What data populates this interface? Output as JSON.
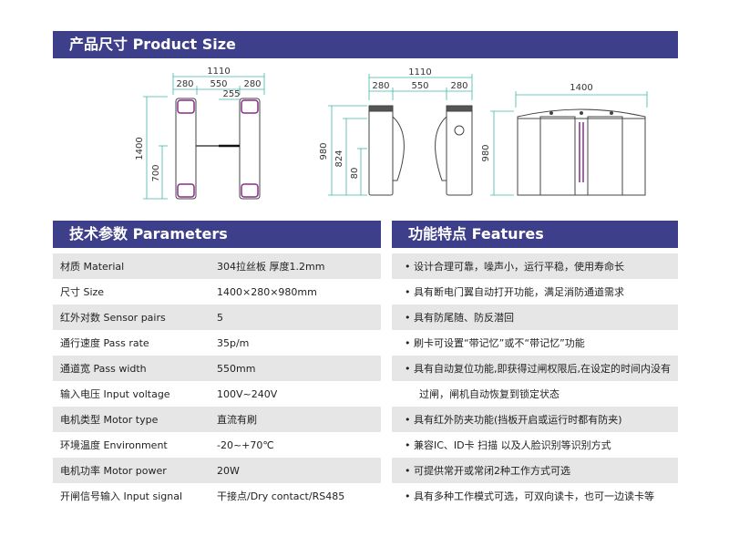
{
  "header": {
    "title": "产品尺寸 Product Size"
  },
  "drawing_top": {
    "overall": "1110",
    "seg_left": "280",
    "seg_mid": "550",
    "seg_right": "280",
    "inner": "255",
    "height_total": "1400",
    "height_lower": "700"
  },
  "drawing_front": {
    "overall": "1110",
    "seg_left": "280",
    "seg_mid": "550",
    "seg_right": "280",
    "height_total": "980",
    "height_mid": "824",
    "height_low": "80"
  },
  "drawing_side": {
    "width": "1400",
    "height": "980"
  },
  "parameters": {
    "title": "技术参数 Parameters",
    "rows": [
      {
        "name": "材质 Material",
        "value": "304拉丝板  厚度1.2mm"
      },
      {
        "name": "尺寸 Size",
        "value": "1400×280×980mm"
      },
      {
        "name": "红外对数 Sensor pairs",
        "value": "5"
      },
      {
        "name": "通行速度 Pass rate",
        "value": "35p/m"
      },
      {
        "name": "通道宽 Pass width",
        "value": "550mm"
      },
      {
        "name": "输入电压 Input voltage",
        "value": "100V~240V"
      },
      {
        "name": "电机类型 Motor type",
        "value": "直流有刷"
      },
      {
        "name": "环境温度 Environment",
        "value": "-20~+70℃"
      },
      {
        "name": "电机功率 Motor power",
        "value": "20W"
      },
      {
        "name": "开闸信号输入 Input signal",
        "value": "干接点/Dry contact/RS485"
      }
    ]
  },
  "features": {
    "title": "功能特点 Features",
    "rows": [
      "• 设计合理可靠，噪声小，运行平稳，使用寿命长",
      "• 具有断电门翼自动打开功能，满足消防通道需求",
      "• 具有防尾随、防反潜回",
      "• 刷卡可设置“带记忆”或不“带记忆”功能",
      "• 具有自动复位功能,即获得过闸权限后,在设定的时间内没有",
      "过闸，闸机自动恢复到锁定状态",
      "• 具有红外防夹功能(挡板开启或运行时都有防夹)",
      "• 兼容IC、ID卡 扫描 以及人脸识别等识别方式",
      "• 可提供常开或常闭2种工作方式可选",
      "• 具有多种工作模式可选，可双向读卡，也可一边读卡等"
    ]
  },
  "colors": {
    "banner": "#3d3f8a",
    "row_shade": "#e6e6e6",
    "dimension": "#3fb8a6",
    "drawing_line": "#444444",
    "accent_magenta": "#8a2a8a"
  }
}
